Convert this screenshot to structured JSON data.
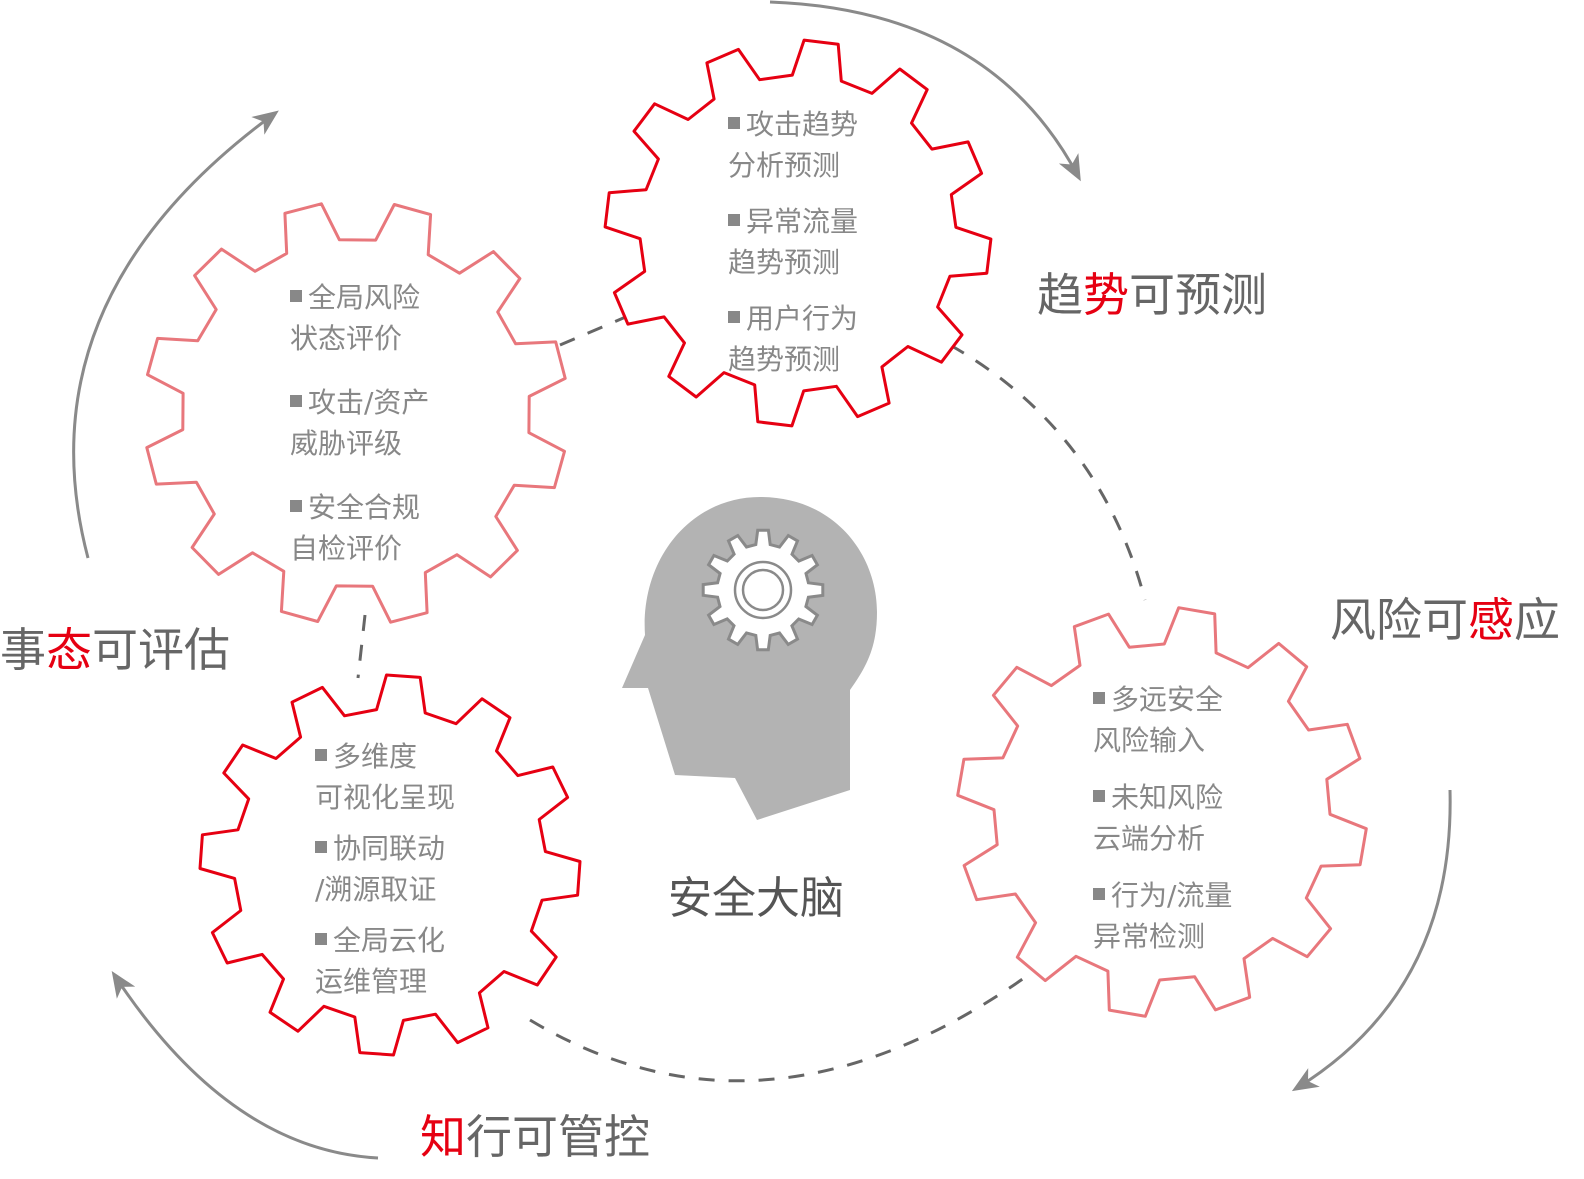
{
  "center": {
    "label": "安全大脑",
    "icon": "head-gear-icon"
  },
  "colors": {
    "red": "#e60012",
    "pink": "#e8777c",
    "gray_text": "#888888",
    "arrow": "#8a8a8a",
    "head": "#b3b3b3"
  },
  "labels": {
    "trend": {
      "a": "趋",
      "b": "势",
      "c": "可预测"
    },
    "risk": {
      "a": "风险可",
      "b": "感",
      "c": "应"
    },
    "state": {
      "a": "事",
      "b": "态",
      "c": "可评估"
    },
    "control": {
      "a": "知",
      "b": "行可管控"
    }
  },
  "gears": {
    "top": [
      {
        "l1": "攻击趋势",
        "l2": "分析预测"
      },
      {
        "l1": "异常流量",
        "l2": "趋势预测"
      },
      {
        "l1": "用户行为",
        "l2": "趋势预测"
      }
    ],
    "left": [
      {
        "l1": "全局风险",
        "l2": "状态评价"
      },
      {
        "l1": "攻击/资产",
        "l2": "威胁评级"
      },
      {
        "l1": "安全合规",
        "l2": "自检评价"
      }
    ],
    "bottom": [
      {
        "l1": "多维度",
        "l2": "可视化呈现"
      },
      {
        "l1": "协同联动",
        "l2": "/溯源取证"
      },
      {
        "l1": "全局云化",
        "l2": "运维管理"
      }
    ],
    "right": [
      {
        "l1": "多远安全",
        "l2": "风险输入"
      },
      {
        "l1": "未知风险",
        "l2": "云端分析"
      },
      {
        "l1": "行为/流量",
        "l2": "异常检测"
      }
    ]
  }
}
